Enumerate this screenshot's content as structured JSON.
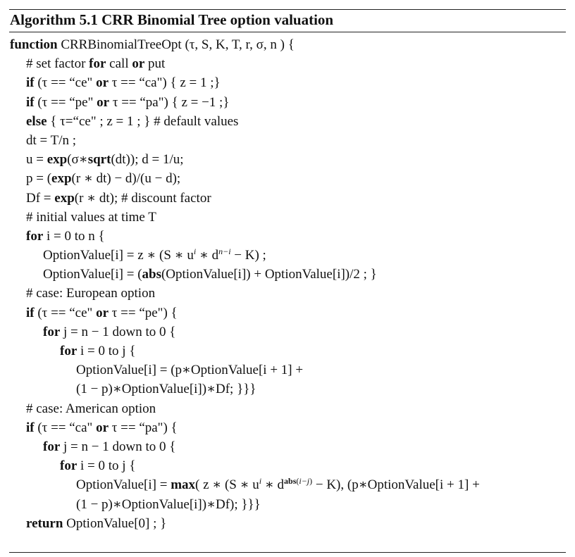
{
  "algorithm": {
    "title": "Algorithm 5.1 CRR Binomial Tree option valuation",
    "lines": [
      "function CRRBinomialTreeOpt (τ, S, K, T, r, σ, n ) {",
      "# set factor for call or put",
      "if (τ == “ce\" or τ == “ca\") { z = 1 ;}",
      "if (τ == “pe\" or τ == “pa\") { z = −1 ;}",
      "else { τ=“ce\" ; z = 1 ; } # default values",
      "dt = T/n ;",
      "u = exp(σ∗sqrt(dt));   d = 1/u;",
      "p = (exp(r ∗ dt) − d)/(u − d);",
      "Df = exp(r ∗ dt); # discount factor",
      "# initial values at time T",
      "for i = 0 to n {",
      "OptionValue[i] = z ∗ (S ∗ u^i ∗ d^(n−i) − K) ;",
      "OptionValue[i] = (abs(OptionValue[i]) + OptionValue[i])/2 ; }",
      "# case: European option",
      "if (τ == “ce\" or τ == “pe\") {",
      "for j = n − 1 down to 0 {",
      "for i = 0 to j {",
      "OptionValue[i] = (p∗OptionValue[i + 1] +",
      "(1 − p)∗OptionValue[i])∗Df; }}}",
      "# case: American option",
      "if (τ == “ca\" or τ == “pa\") {",
      "for j = n − 1 down to 0 {",
      "for i = 0 to j {",
      "OptionValue[i] = max( z ∗ (S ∗ u^i ∗ d^abs(i−j) − K), (p∗OptionValue[i + 1] +",
      "(1 − p)∗OptionValue[i])∗Df); }}}",
      "return OptionValue[0] ; }"
    ]
  }
}
